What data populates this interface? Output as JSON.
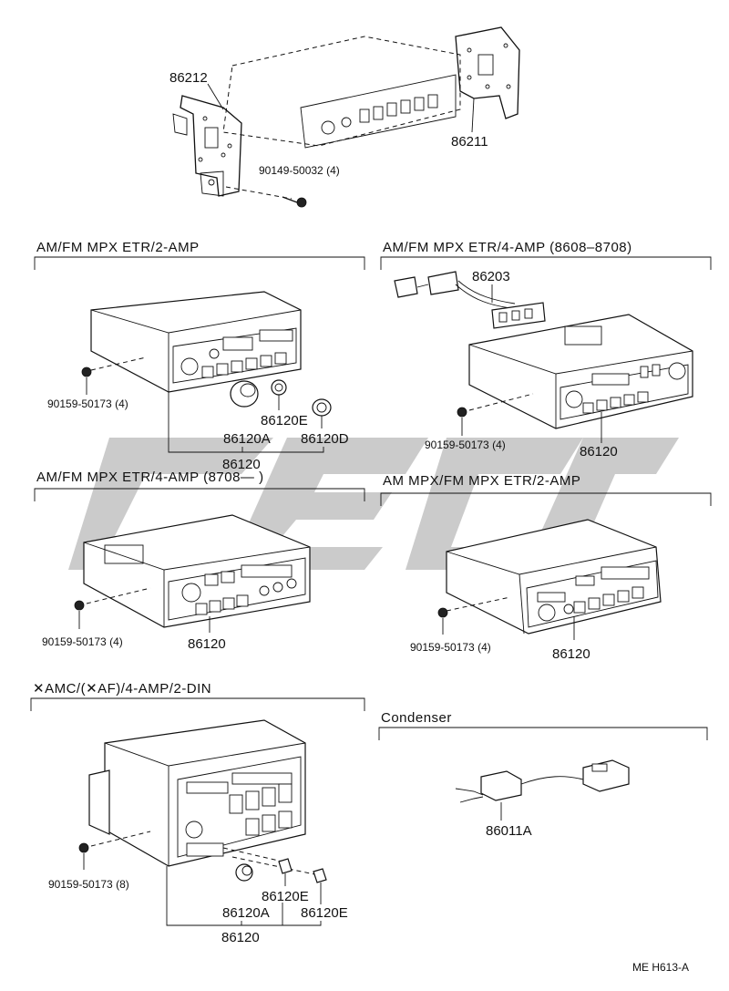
{
  "colors": {
    "ink": "#111111",
    "watermark": "#b9b9b9",
    "background": "#ffffff"
  },
  "top": {
    "part_bracket_left": "86212",
    "part_bracket_right": "86211",
    "screw": "90149-50032 (4)"
  },
  "sections": [
    {
      "heading": "AM/FM  MPX  ETR/2-AMP",
      "screw": "90159-50173 (4)",
      "knob_a": "86120A",
      "knob_e": "86120E",
      "knob_d": "86120D",
      "assembly": "86120"
    },
    {
      "heading": "AM/FM  MPX  ETR/4-AMP (8608–8708)",
      "harness": "86203",
      "screw": "90159-50173 (4)",
      "assembly": "86120"
    },
    {
      "heading": "AM/FM  MPX  ETR/4-AMP (8708—      )",
      "screw": "90159-50173 (4)",
      "assembly": "86120"
    },
    {
      "heading": "AM  MPX/FM  MPX  ETR/2-AMP",
      "screw": "90159-50173 (4)",
      "assembly": "86120"
    },
    {
      "heading": "✕AMC/(✕AF)/4-AMP/2-DIN",
      "screw": "90159-50173 (8)",
      "knob_a": "86120A",
      "knob_e1": "86120E",
      "knob_e2": "86120E",
      "assembly": "86120"
    },
    {
      "heading": "Condenser",
      "part": "86011A"
    }
  ],
  "footer": "ME  H613-A"
}
